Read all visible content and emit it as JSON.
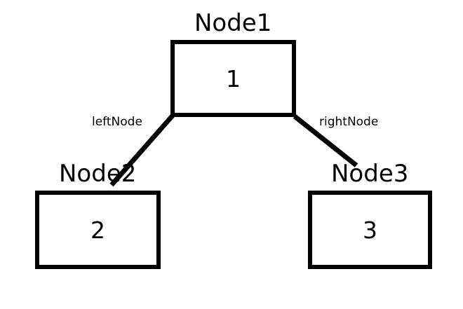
{
  "diagram": {
    "type": "binary-tree",
    "background_color": "#ffffff",
    "stroke_color": "#000000",
    "nodes": [
      {
        "id": "root",
        "title": "Node1",
        "value": "1"
      },
      {
        "id": "left",
        "title": "Node2",
        "value": "2"
      },
      {
        "id": "right",
        "title": "Node3",
        "value": "3"
      }
    ],
    "edges": [
      {
        "from": "root",
        "to": "left",
        "label": "leftNode"
      },
      {
        "from": "root",
        "to": "right",
        "label": "rightNode"
      }
    ]
  }
}
